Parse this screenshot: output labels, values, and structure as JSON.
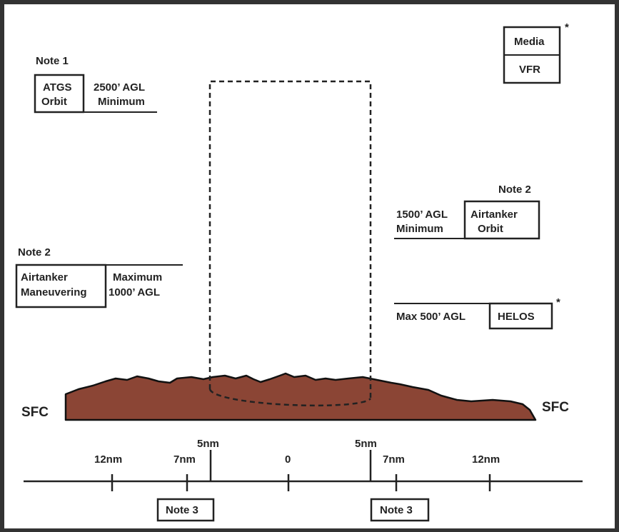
{
  "colors": {
    "frame": "#333333",
    "terrain_fill": "#8b4535",
    "ink": "#222222",
    "background": "#ffffff"
  },
  "media_box": {
    "top": "Media",
    "bottom": "VFR",
    "asterisk": "*"
  },
  "atgs": {
    "note": "Note 1",
    "box_line1": "ATGS",
    "box_line2": "Orbit",
    "alt_line1": "2500’ AGL",
    "alt_line2": "Minimum"
  },
  "airtanker_orbit": {
    "note": "Note 2",
    "alt_line1": "1500’ AGL",
    "alt_line2": "Minimum",
    "box_line1": "Airtanker",
    "box_line2": "Orbit"
  },
  "airtanker_maneuvering": {
    "note": "Note 2",
    "box_line1": "Airtanker",
    "box_line2": "Maneuvering",
    "alt_line1": "Maximum",
    "alt_line2": "1000’ AGL"
  },
  "helos": {
    "alt": "Max 500’ AGL",
    "box": "HELOS",
    "asterisk": "*"
  },
  "surface": {
    "left": "SFC",
    "right": "SFC"
  },
  "distance_axis": {
    "left_12": "12nm",
    "left_7": "7nm",
    "left_5": "5nm",
    "center": "0",
    "right_5": "5nm",
    "right_7": "7nm",
    "right_12": "12nm"
  },
  "note3_left": "Note 3",
  "note3_right": "Note 3"
}
